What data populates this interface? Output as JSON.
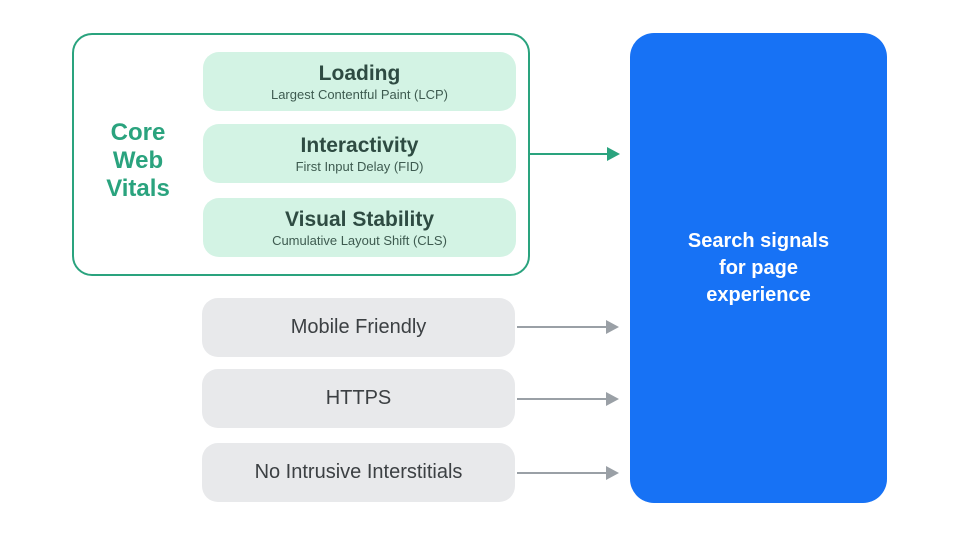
{
  "colors": {
    "background": "#ffffff",
    "green-accent": "#2aa37e",
    "mint-fill": "#d3f3e4",
    "card-title": "#2e4b42",
    "card-subtitle": "#3e5b50",
    "gray-fill": "#e8e9eb",
    "gray-text": "#3c4043",
    "arrow-gray": "#9aa0a6",
    "blue-fill": "#1772f5",
    "white-text": "#ffffff"
  },
  "core_web_vitals": {
    "label": "Core\nWeb\nVitals",
    "items": [
      {
        "title": "Loading",
        "subtitle": "Largest Contentful Paint (LCP)"
      },
      {
        "title": "Interactivity",
        "subtitle": "First Input Delay (FID)"
      },
      {
        "title": "Visual Stability",
        "subtitle": "Cumulative Layout Shift (CLS)"
      }
    ]
  },
  "other_signals": {
    "items": [
      {
        "label": "Mobile Friendly"
      },
      {
        "label": "HTTPS"
      },
      {
        "label": "No Intrusive Interstitials"
      }
    ]
  },
  "result_panel": {
    "title": "Search signals\nfor page\nexperience"
  }
}
